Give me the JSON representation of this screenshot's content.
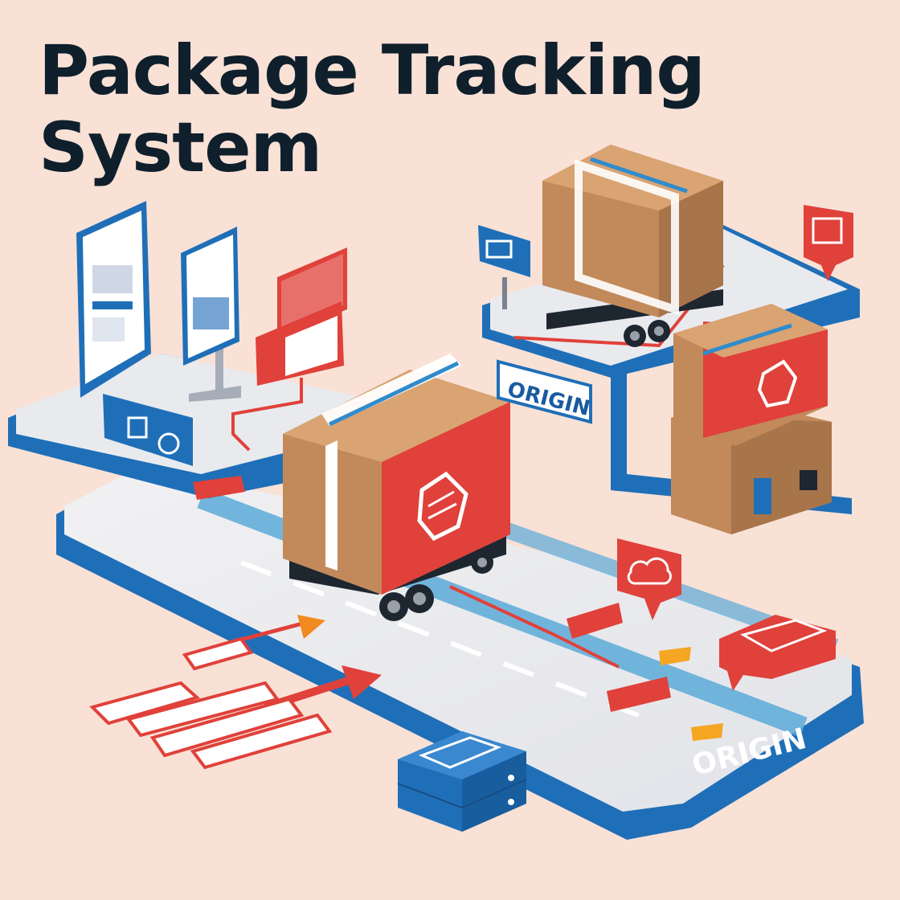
{
  "title": {
    "line1": "Package Tracking",
    "line2": "System"
  },
  "labels": {
    "origin_left": "ORIGIN",
    "origin_right": "ORIGIN"
  },
  "colors": {
    "background": "#f9e1d6",
    "title_text": "#0f1f2c",
    "brand_blue": "#1f6fb8",
    "brand_red": "#e0413a",
    "cardboard": "#c28a5a",
    "road_grey": "#e9e9ec"
  },
  "icons": [
    "smartphone-icon",
    "kiosk-screen-icon",
    "map-pin-icon",
    "cloud-pin-icon",
    "truck-icon",
    "warehouse-icon",
    "server-icon",
    "arrow-icon"
  ]
}
